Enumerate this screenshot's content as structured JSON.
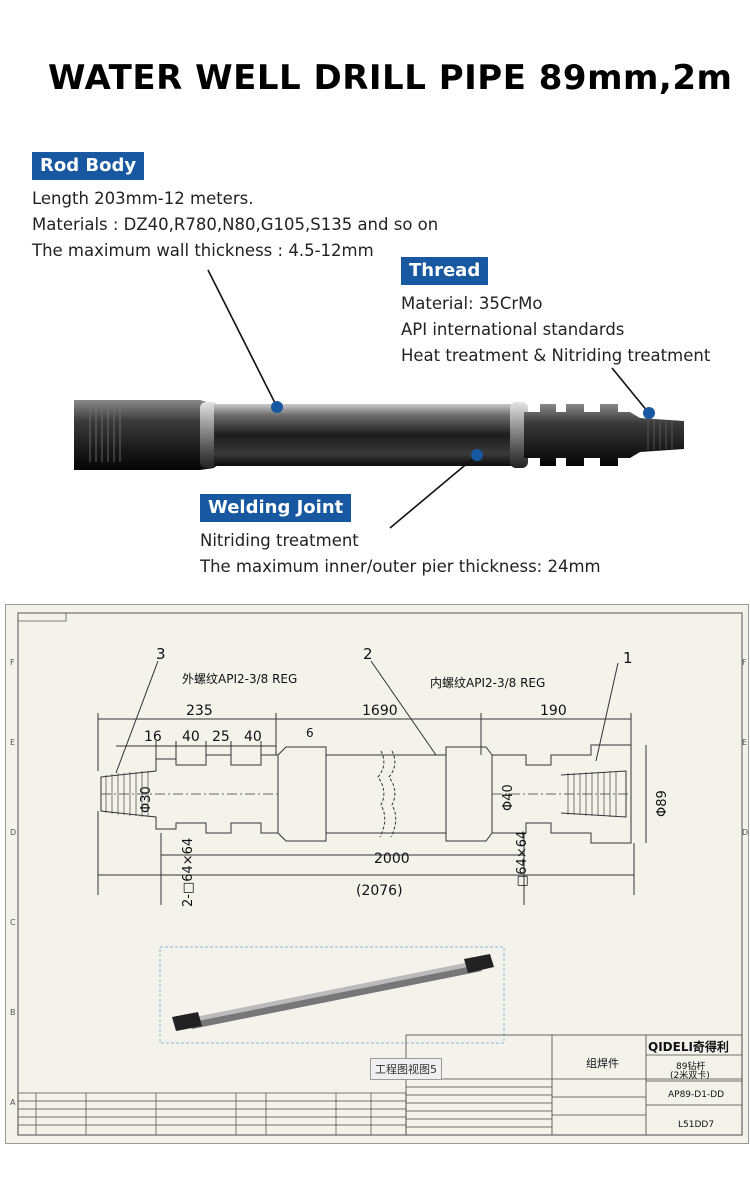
{
  "title": "WATER WELL DRILL PIPE 89mm,2m",
  "sections": {
    "rod_body": {
      "heading": "Rod Body",
      "lines": [
        "Length 203mm-12 meters.",
        "Materials : DZ40,R780,N80,G105,S135 and so on",
        "The maximum wall thickness : 4.5-12mm"
      ]
    },
    "thread": {
      "heading": "Thread",
      "lines": [
        "Material: 35CrMo",
        "API international standards",
        "Heat treatment & Nitriding treatment"
      ]
    },
    "welding_joint": {
      "heading": "Welding Joint",
      "lines": [
        "Nitriding treatment",
        "The maximum inner/outer pier thickness: 24mm"
      ]
    }
  },
  "colors": {
    "tag_bg": "#1858a0",
    "marker": "#1858a0",
    "sheet_bg": "#f3f3ec"
  },
  "drawing": {
    "part_numbers": [
      "3",
      "2",
      "1"
    ],
    "left_thread_label": "外螺纹API2-3/8 REG",
    "right_thread_label": "内螺纹API2-3/8 REG",
    "dims": {
      "d235": "235",
      "d1690": "1690",
      "d190": "190",
      "d16": "16",
      "d40a": "40",
      "d25": "25",
      "d40b": "40",
      "d6": "6",
      "dia30": "Φ30",
      "dia40": "Φ40",
      "dia89": "Φ89",
      "sq_left": "2-□64×64",
      "sq_right": "□64×64",
      "d2000": "2000",
      "d2076": "(2076)"
    },
    "view_label": "工程图视图5",
    "title_block": {
      "company": "QIDELI奇得利",
      "name": "组焊件",
      "product": "89钻杆",
      "product_sub": "(2米双卡)",
      "drawing_no": "AP89-D1-DD",
      "code": "L51DD7"
    }
  }
}
